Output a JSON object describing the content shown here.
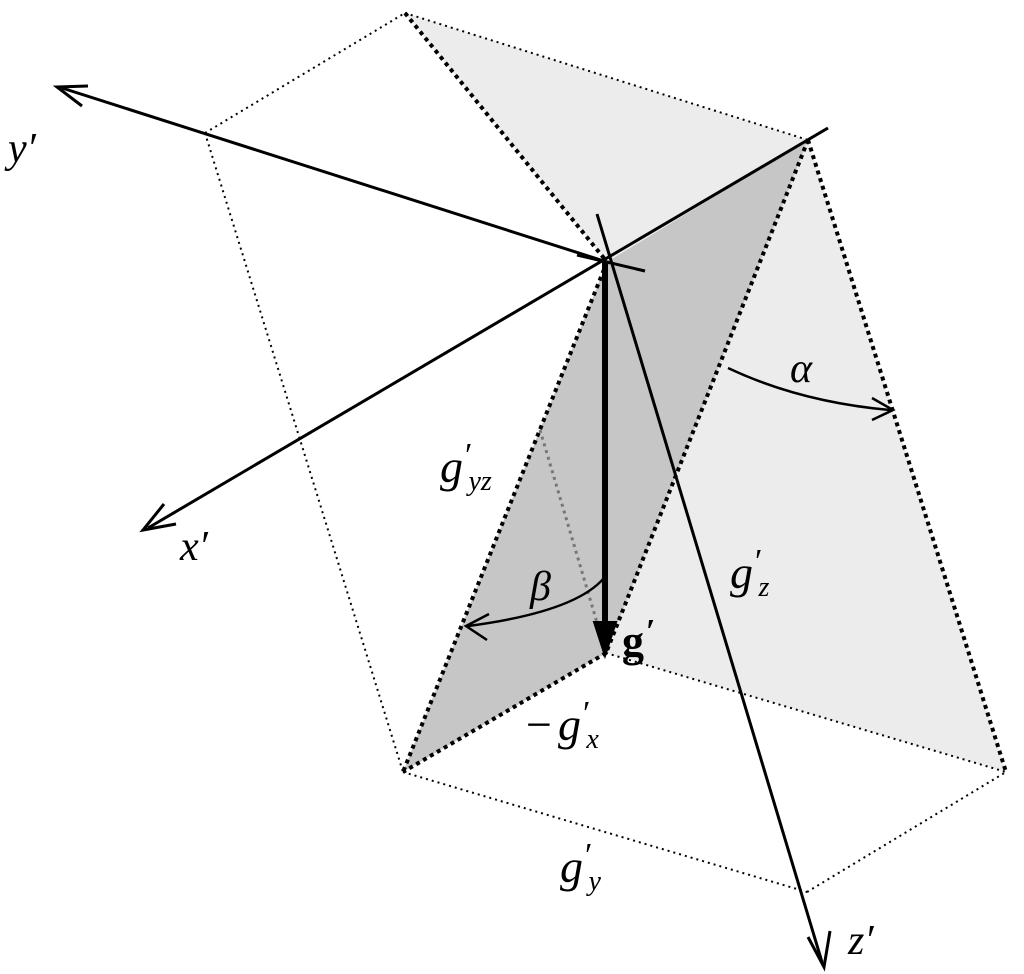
{
  "labels": {
    "axis_y": "y′",
    "axis_x": "x′",
    "axis_z": "z′",
    "alpha": "α",
    "beta": "β",
    "g_main": "g",
    "g_main_prime": "′",
    "g_yz": "g",
    "g_yz_prime": "′",
    "g_yz_sub": "yz",
    "g_z": "g",
    "g_z_prime": "′",
    "g_z_sub": "z",
    "g_x_minus": "−",
    "g_x": "g",
    "g_x_prime": "′",
    "g_x_sub": "x",
    "g_y": "g",
    "g_y_prime": "′",
    "g_y_sub": "y"
  },
  "colors": {
    "line": "#000000",
    "light_face": "#ececec",
    "dark_face": "#c6c6c6",
    "background": "#ffffff"
  }
}
